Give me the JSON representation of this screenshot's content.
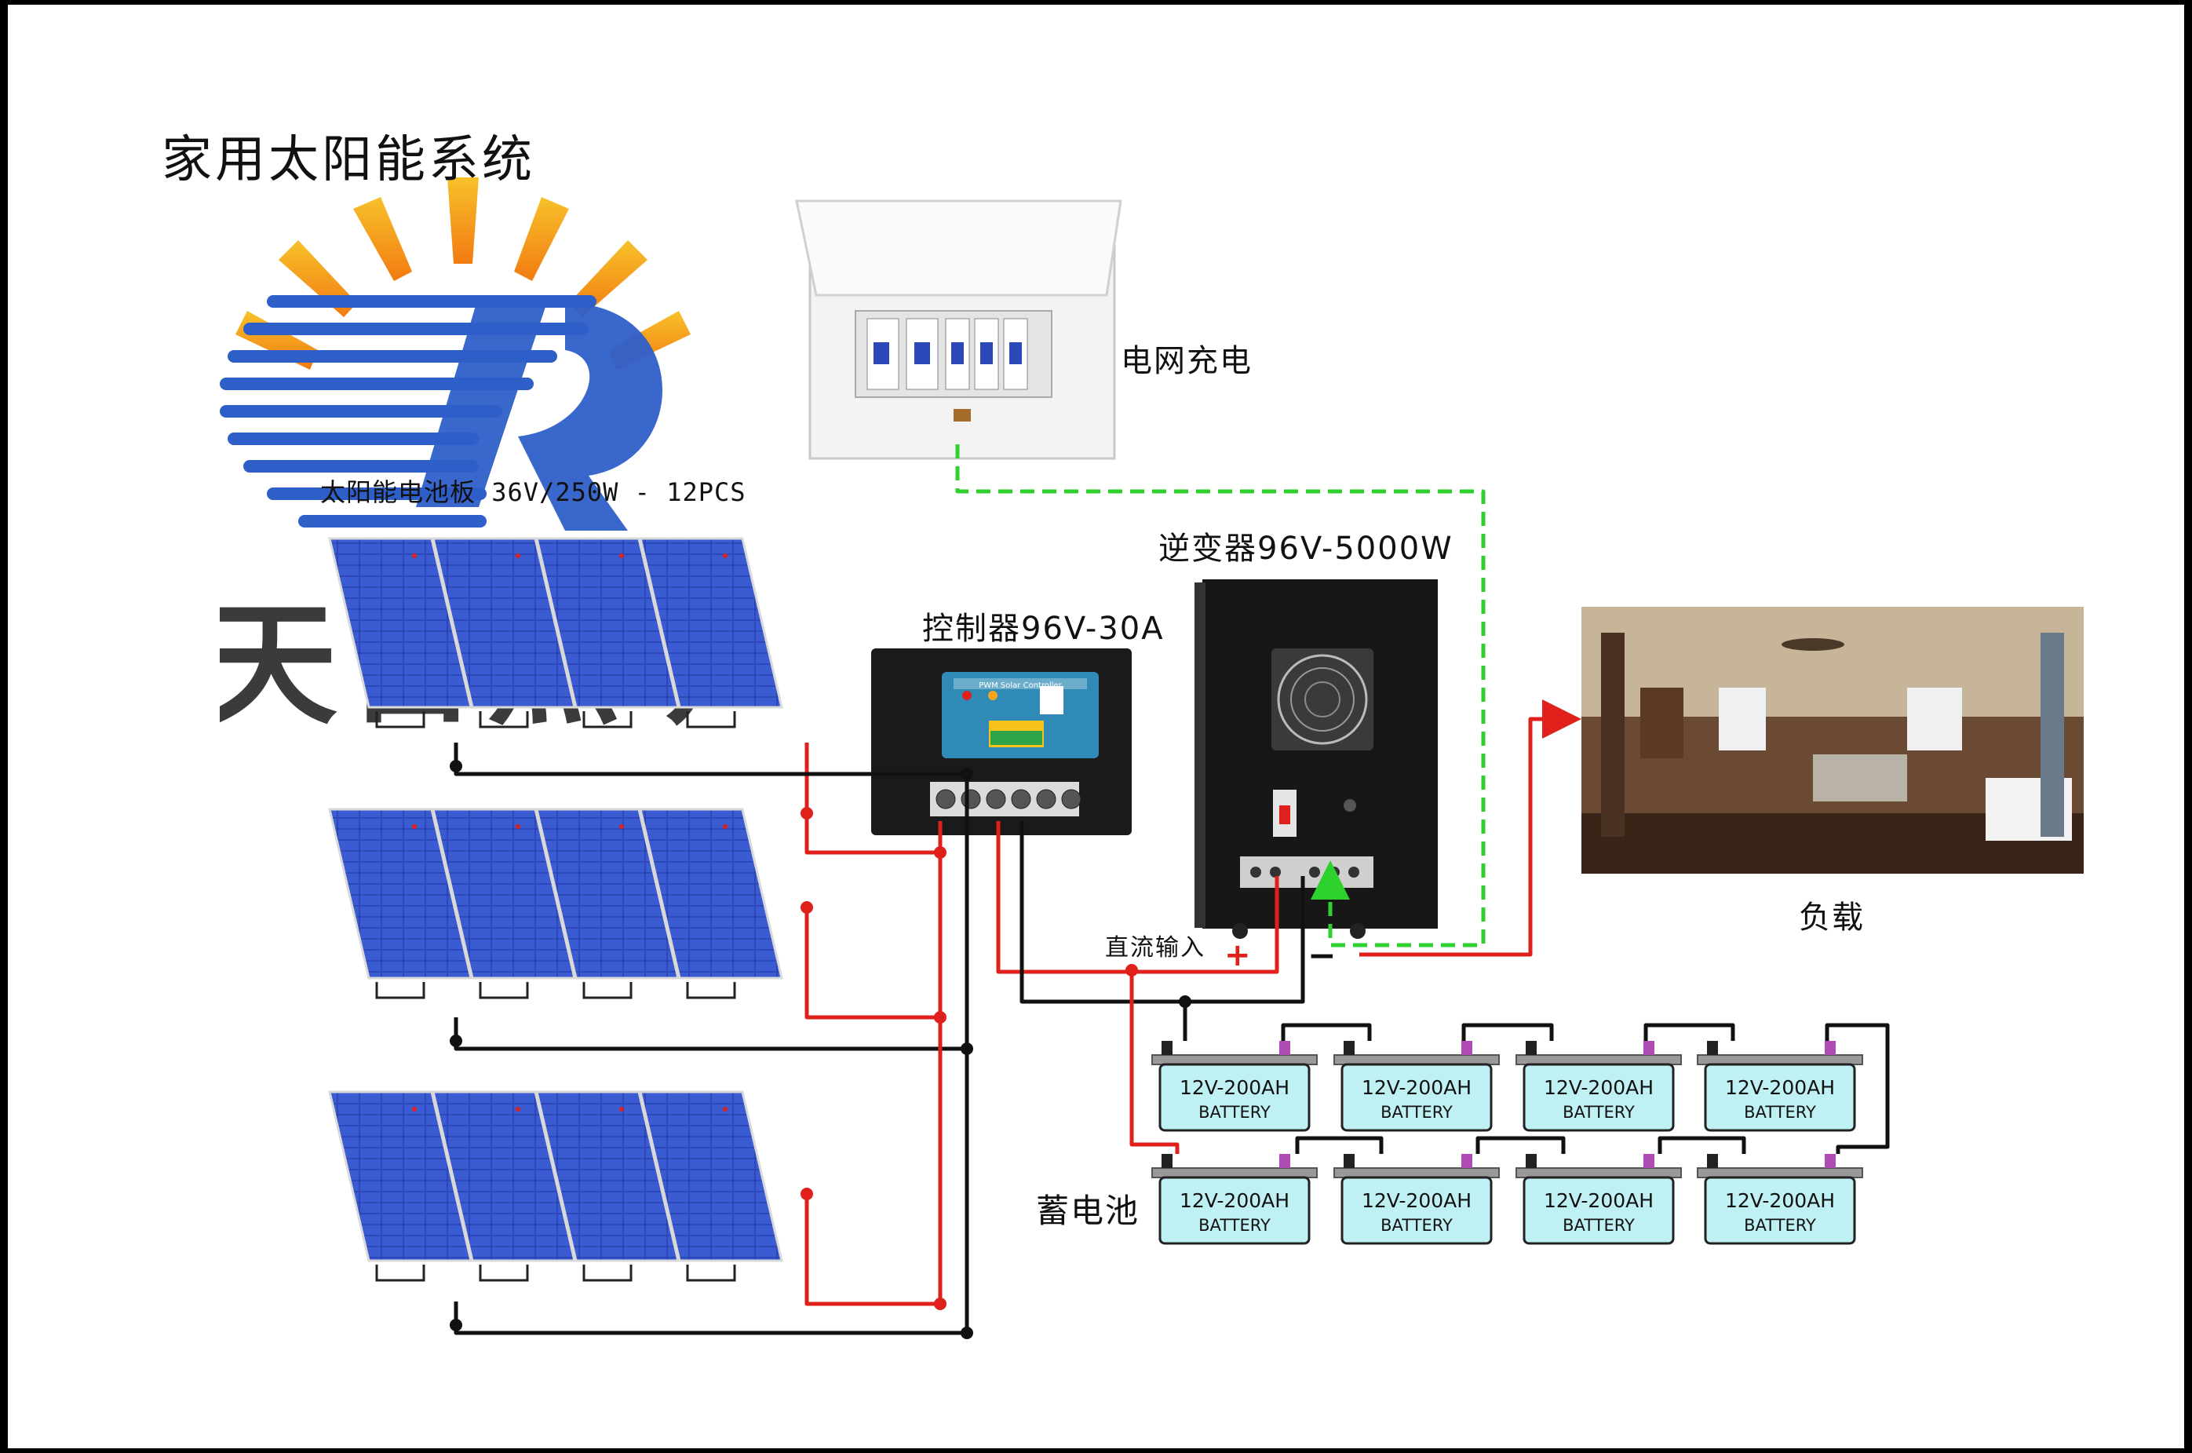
{
  "diagram": {
    "title": "家用太阳能系统",
    "labels": {
      "solar_panels": "太阳能电池板 36V/250W - 12PCS",
      "grid_charging": "电网充电",
      "inverter": "逆变器96V-5000W",
      "controller": "控制器96V-30A",
      "load": "负载",
      "dc_input": "直流输入",
      "plus": "+",
      "minus": "−",
      "battery_bank": "蓄电池"
    },
    "logo_text": "天日照明",
    "controller_face": {
      "brand": "PWM Solar Controller"
    },
    "battery": {
      "model": "12V-200AH",
      "type": "BATTERY",
      "count": 8
    },
    "colors": {
      "positive_wire": "#e0201b",
      "negative_wire": "#111111",
      "grid_wire": "#2ed12e",
      "panel_blue": "#2b47b8",
      "battery_fill": "#bff0f4",
      "logo_blue": "#2e5fc9",
      "logo_orange": "#f5a41d"
    }
  }
}
